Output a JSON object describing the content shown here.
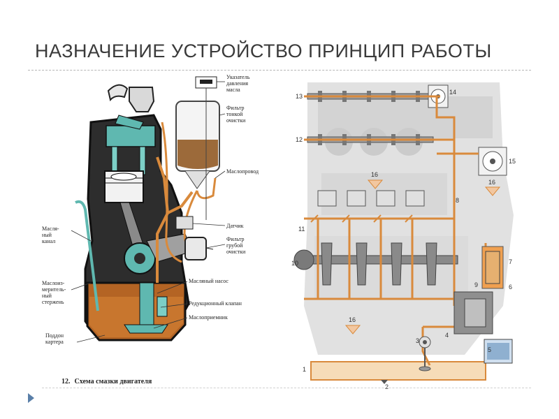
{
  "slide": {
    "title": "НАЗНАЧЕНИЕ УСТРОЙСТВО ПРИНЦИП РАБОТЫ"
  },
  "left_diagram": {
    "caption_number": "12.",
    "caption_text": "Схема смазки двигателя",
    "labels": {
      "pressure_indicator": [
        "Указатель",
        "давления",
        "масла"
      ],
      "fine_filter": [
        "Фильтр",
        "тонкой",
        "очистки"
      ],
      "oil_line": "Маслопровод",
      "sensor": "Датчик",
      "coarse_filter": [
        "Фильтр",
        "грубой",
        "очистки"
      ],
      "oil_pump": "Масляный насос",
      "reducing_valve": "Редукционный клапан",
      "oil_intake": "Маслоприемник",
      "oil_channel": [
        "Масля-",
        "ный",
        "канал"
      ],
      "dipstick": [
        "Маслоиз-",
        "меритель-",
        "ный",
        "стержень"
      ],
      "oil_pan": [
        "Поддон",
        "картера"
      ]
    }
  },
  "right_diagram": {
    "numbers": [
      "1",
      "2",
      "3",
      "4",
      "5",
      "6",
      "7",
      "8",
      "9",
      "10",
      "11",
      "12",
      "13",
      "14",
      "15",
      "16"
    ]
  },
  "colors": {
    "oil": "#d98a3c",
    "teal": "#5fb8b0",
    "engine_gray": "#c8c8c8",
    "title": "#3a3a3a",
    "nav": "#5a7fa8"
  }
}
